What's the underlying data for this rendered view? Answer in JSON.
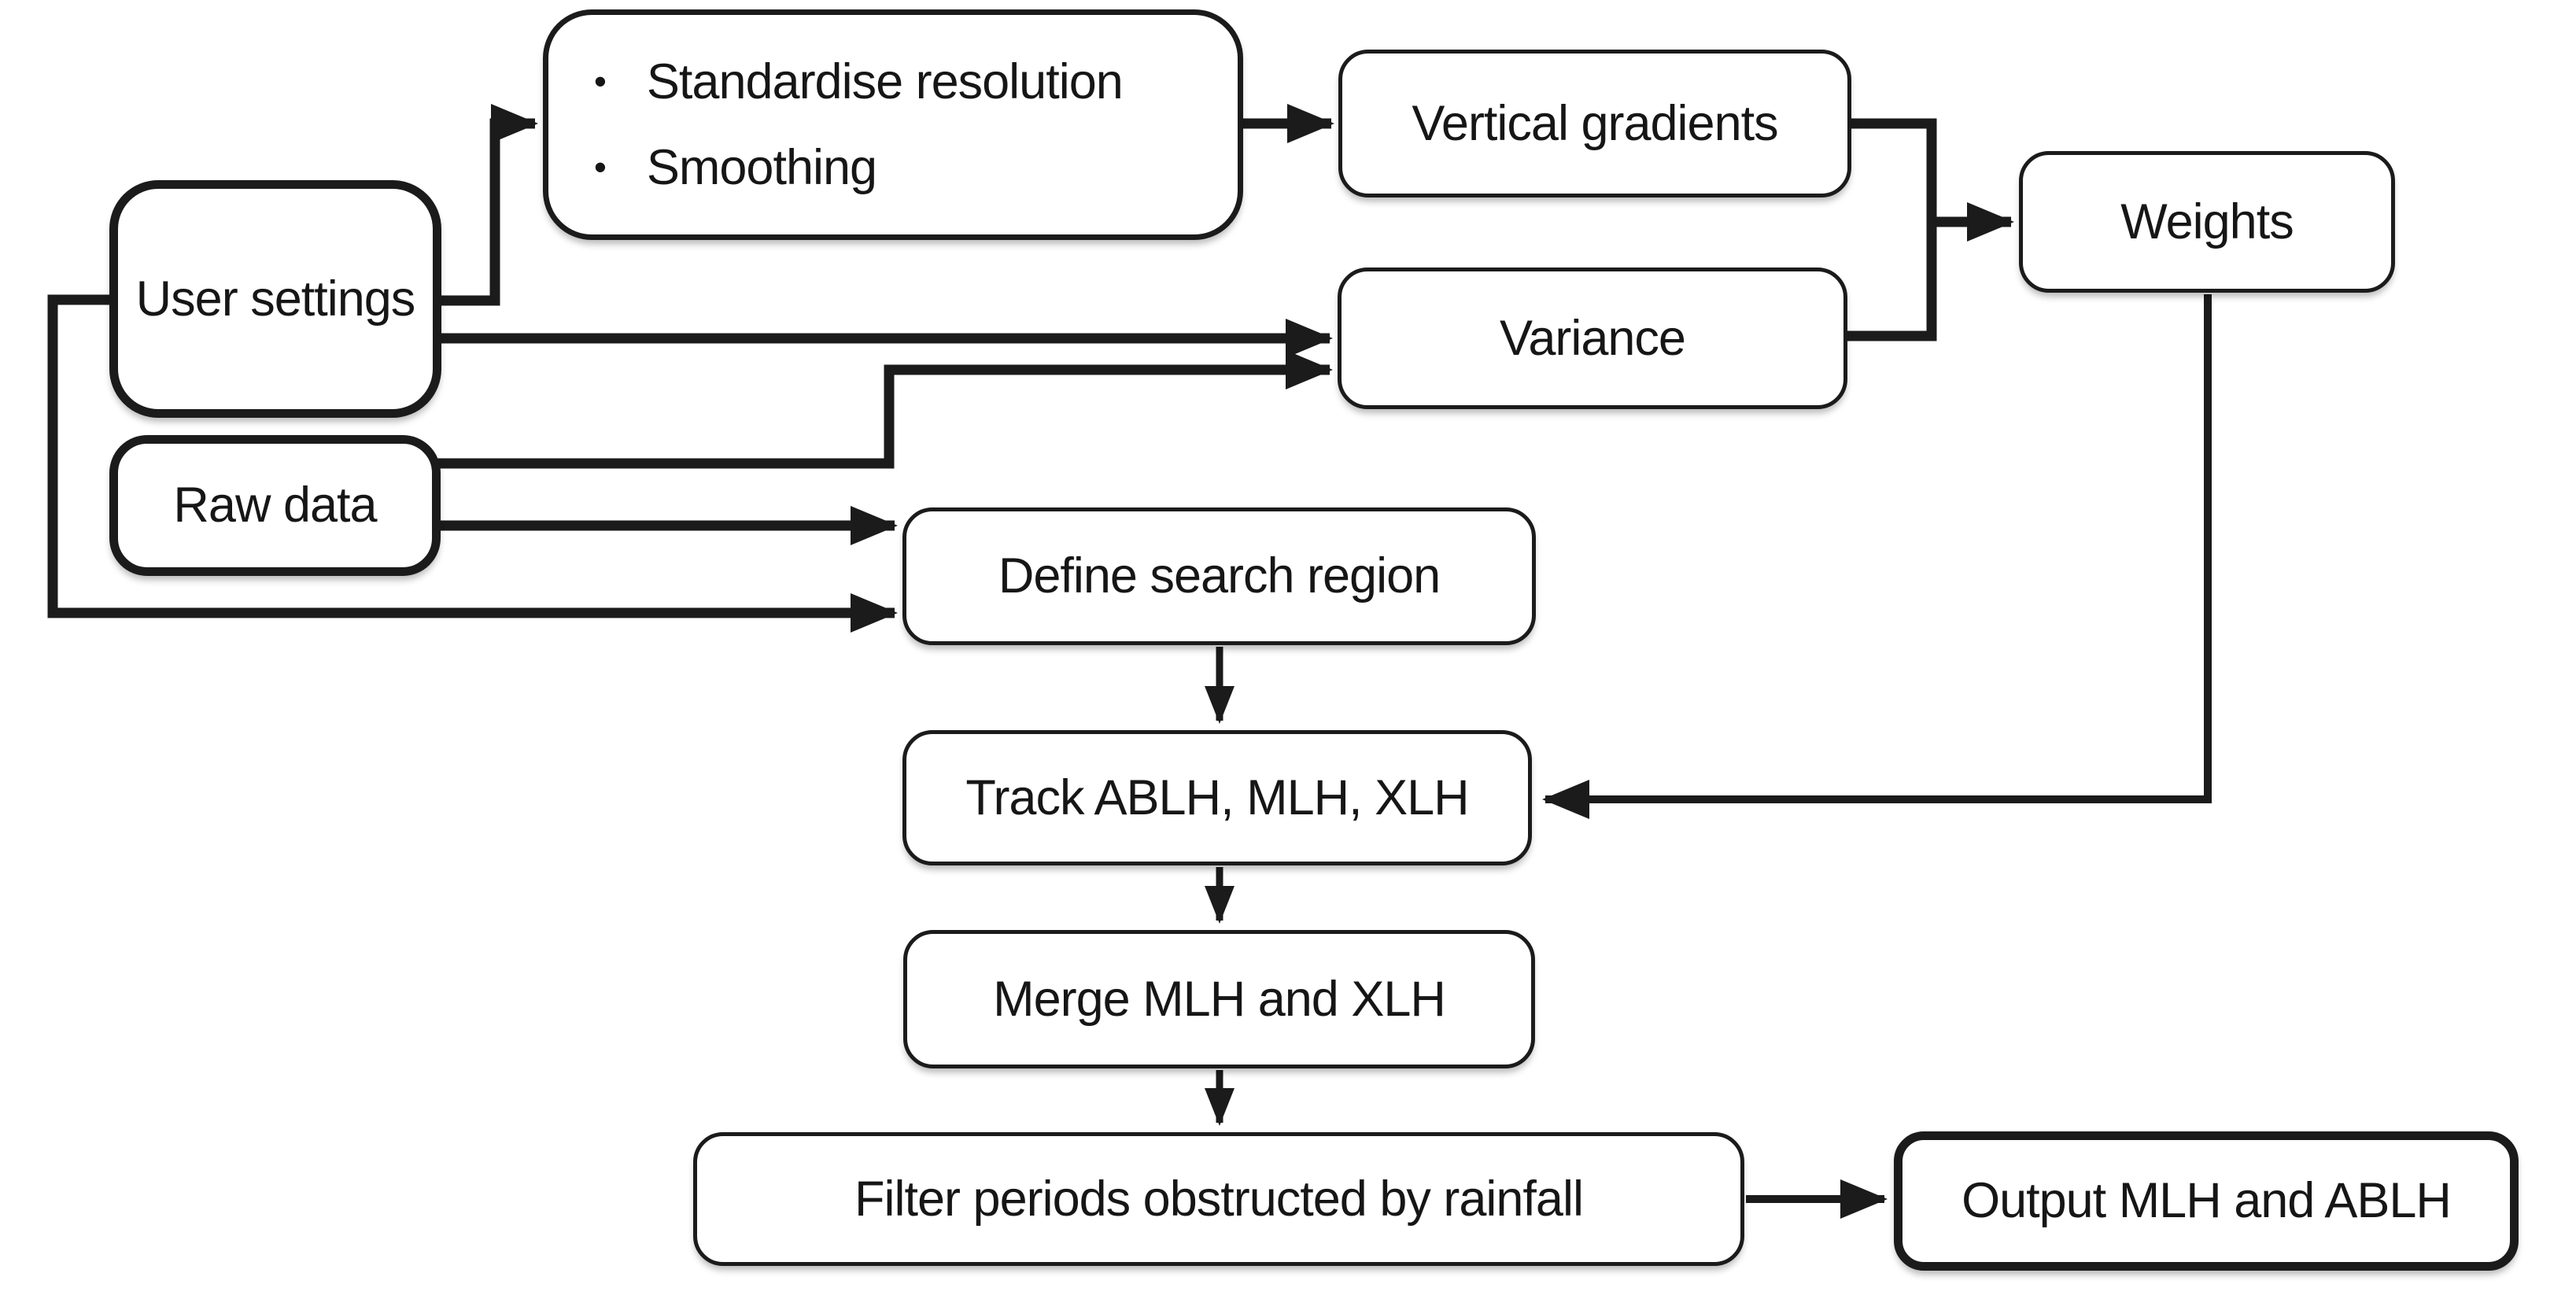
{
  "diagram": {
    "type": "flowchart",
    "background_color": "#ffffff",
    "line_color": "#1b1b1b",
    "box_fill_color": "#ffffff",
    "nodes": {
      "user_settings": {
        "label": "User settings"
      },
      "raw_data": {
        "label": "Raw data"
      },
      "preprocessing": {
        "bullet": "•",
        "items": [
          "Standardise resolution",
          "Smoothing"
        ]
      },
      "vertical_gradients": {
        "label": "Vertical gradients"
      },
      "variance": {
        "label": "Variance"
      },
      "weights": {
        "label": "Weights"
      },
      "define_search_region": {
        "label": "Define search region"
      },
      "track_layers": {
        "label": "Track ABLH, MLH, XLH"
      },
      "merge_layers": {
        "label": "Merge MLH and XLH"
      },
      "filter_rainfall": {
        "label": "Filter periods obstructed by rainfall"
      },
      "output": {
        "label": "Output MLH and ABLH"
      }
    },
    "edges": [
      "user_settings -> preprocessing",
      "preprocessing -> vertical_gradients",
      "vertical_gradients -> weights",
      "variance -> weights",
      "user_settings -> variance",
      "raw_data -> variance",
      "raw_data -> define_search_region",
      "user_settings -> define_search_region",
      "define_search_region -> track_layers",
      "weights -> track_layers",
      "track_layers -> merge_layers",
      "merge_layers -> filter_rainfall",
      "filter_rainfall -> output"
    ]
  }
}
